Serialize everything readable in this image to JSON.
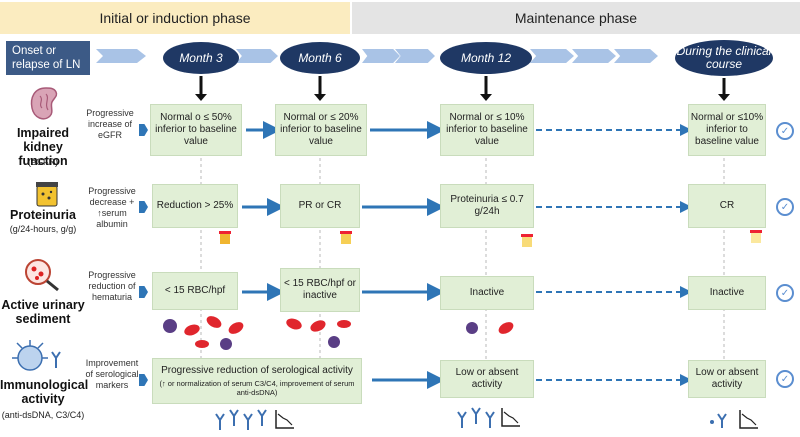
{
  "phases": {
    "initial": "Initial or induction phase",
    "maintenance": "Maintenance phase"
  },
  "onset": "Onset or relapse of LN",
  "months": [
    "Month 3",
    "Month 6",
    "Month 12",
    "During the clinical course"
  ],
  "rows": [
    {
      "label": "Impaired kidney function",
      "sublabel": "(eGFR)",
      "description": "Progressive increase of eGFR",
      "cells": [
        "Normal o ≤ 50% inferior to baseline value",
        "Normal or ≤ 20% inferior to baseline value",
        "Normal or ≤ 10% inferior to baseline value",
        "Normal or ≤10% inferior to baseline value"
      ]
    },
    {
      "label": "Proteinuria",
      "sublabel": "(g/24-hours, g/g)",
      "description": "Progressive decrease + ↑serum albumin",
      "cells": [
        "Reduction > 25%",
        "PR or CR",
        "Proteinuria ≤ 0.7 g/24h",
        "CR"
      ]
    },
    {
      "label": "Active urinary sediment",
      "sublabel": "",
      "description": "Progressive reduction of hematuria",
      "cells": [
        "< 15 RBC/hpf",
        "< 15 RBC/hpf or inactive",
        "Inactive",
        "Inactive"
      ]
    },
    {
      "label": "Immunological activity",
      "sublabel": "(anti-dsDNA, C3/C4)",
      "description": "Improvement of serological markers",
      "cells": [
        "Progressive reduction of serological activity",
        "Low or absent activity",
        "Low or absent activity"
      ],
      "cell_note": "(↑ or normalization of serum C3/C4, improvement of serum anti-dsDNA)"
    }
  ],
  "colors": {
    "initial_phase": "#fbecc0",
    "maintenance_phase": "#e4e4e4",
    "month_oval": "#1f3864",
    "cell_fill": "#e1efd6",
    "arrow_blue": "#2e75b6",
    "rbc_red": "#e0262d",
    "wbc_purple": "#5a3e85"
  },
  "icons": [
    "kidney-icon",
    "urine-cup-icon",
    "magnifier-urine-icon",
    "antibody-icon",
    "check-badge-icon",
    "decline-chart-icon",
    "red-blood-cell-icon",
    "white-blood-cell-icon"
  ]
}
